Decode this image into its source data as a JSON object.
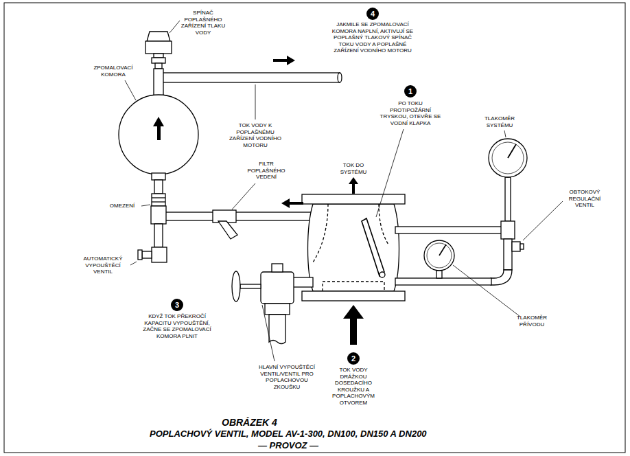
{
  "diagram": {
    "title": "OBRÁZEK 4",
    "caption": "POPLACHOVÝ VENTIL, MODEL AV-1-300, DN100, DN150 A DN200",
    "labels": [
      "SPÍNAČ POPLAŠNÉHO ZAŘÍZENÍ TLAKU VODY",
      "4",
      "JAKMILE SE ZPOMALOVACÍ KOMORA NAPLNÍ, AKTIVUJÍ SE POPLAŠNÝ TLAKOVÝ SPÍNAČ TOKU VODY A POPLAŠNÉ ZAŘÍZENÍ VODNÍHO MOTORU",
      "ZPOMALOVACÍ KOMORA",
      "TOK VODY K POPLAŠNÉMU ZAŘÍZENÍ VODNÍHO MOTORU",
      "1",
      "PO TOKU PROTIPOŽÁRNÍ TRYSKOU, OTEVŘE SE VODNÍ KLAPKA",
      "TLAKOMĚR SYSTÉMU",
      "FILTR POPLAŠNÉHO VEDENÍ",
      "TOK DO SYSTÉMU",
      "OMEZENÍ",
      "OBTOKOVÝ REGULAČNÍ VENTIL",
      "AUTOMATICKÝ VYPOUŠTĚCÍ VENTIL",
      "3",
      "KDYŽ TOK PŘEKROČÍ KAPACITU VYPOUŠTĚNÍ, ZAČNE SE ZPOMALOVACÍ KOMORA PLNIT",
      "TLAKOMĚR PŘÍVODU",
      "HLAVNÍ VYPOUŠTĚCÍ VENTIL/VENTIL PRO POPLACHOVOU ZKOUŠKU",
      "2",
      "TOK VODY DRÁŽKOU DOSEDACÍHO KROUŽKU A POPLACHOVÝM OTVOREM",
      "— PROVOZ —"
    ]
  }
}
